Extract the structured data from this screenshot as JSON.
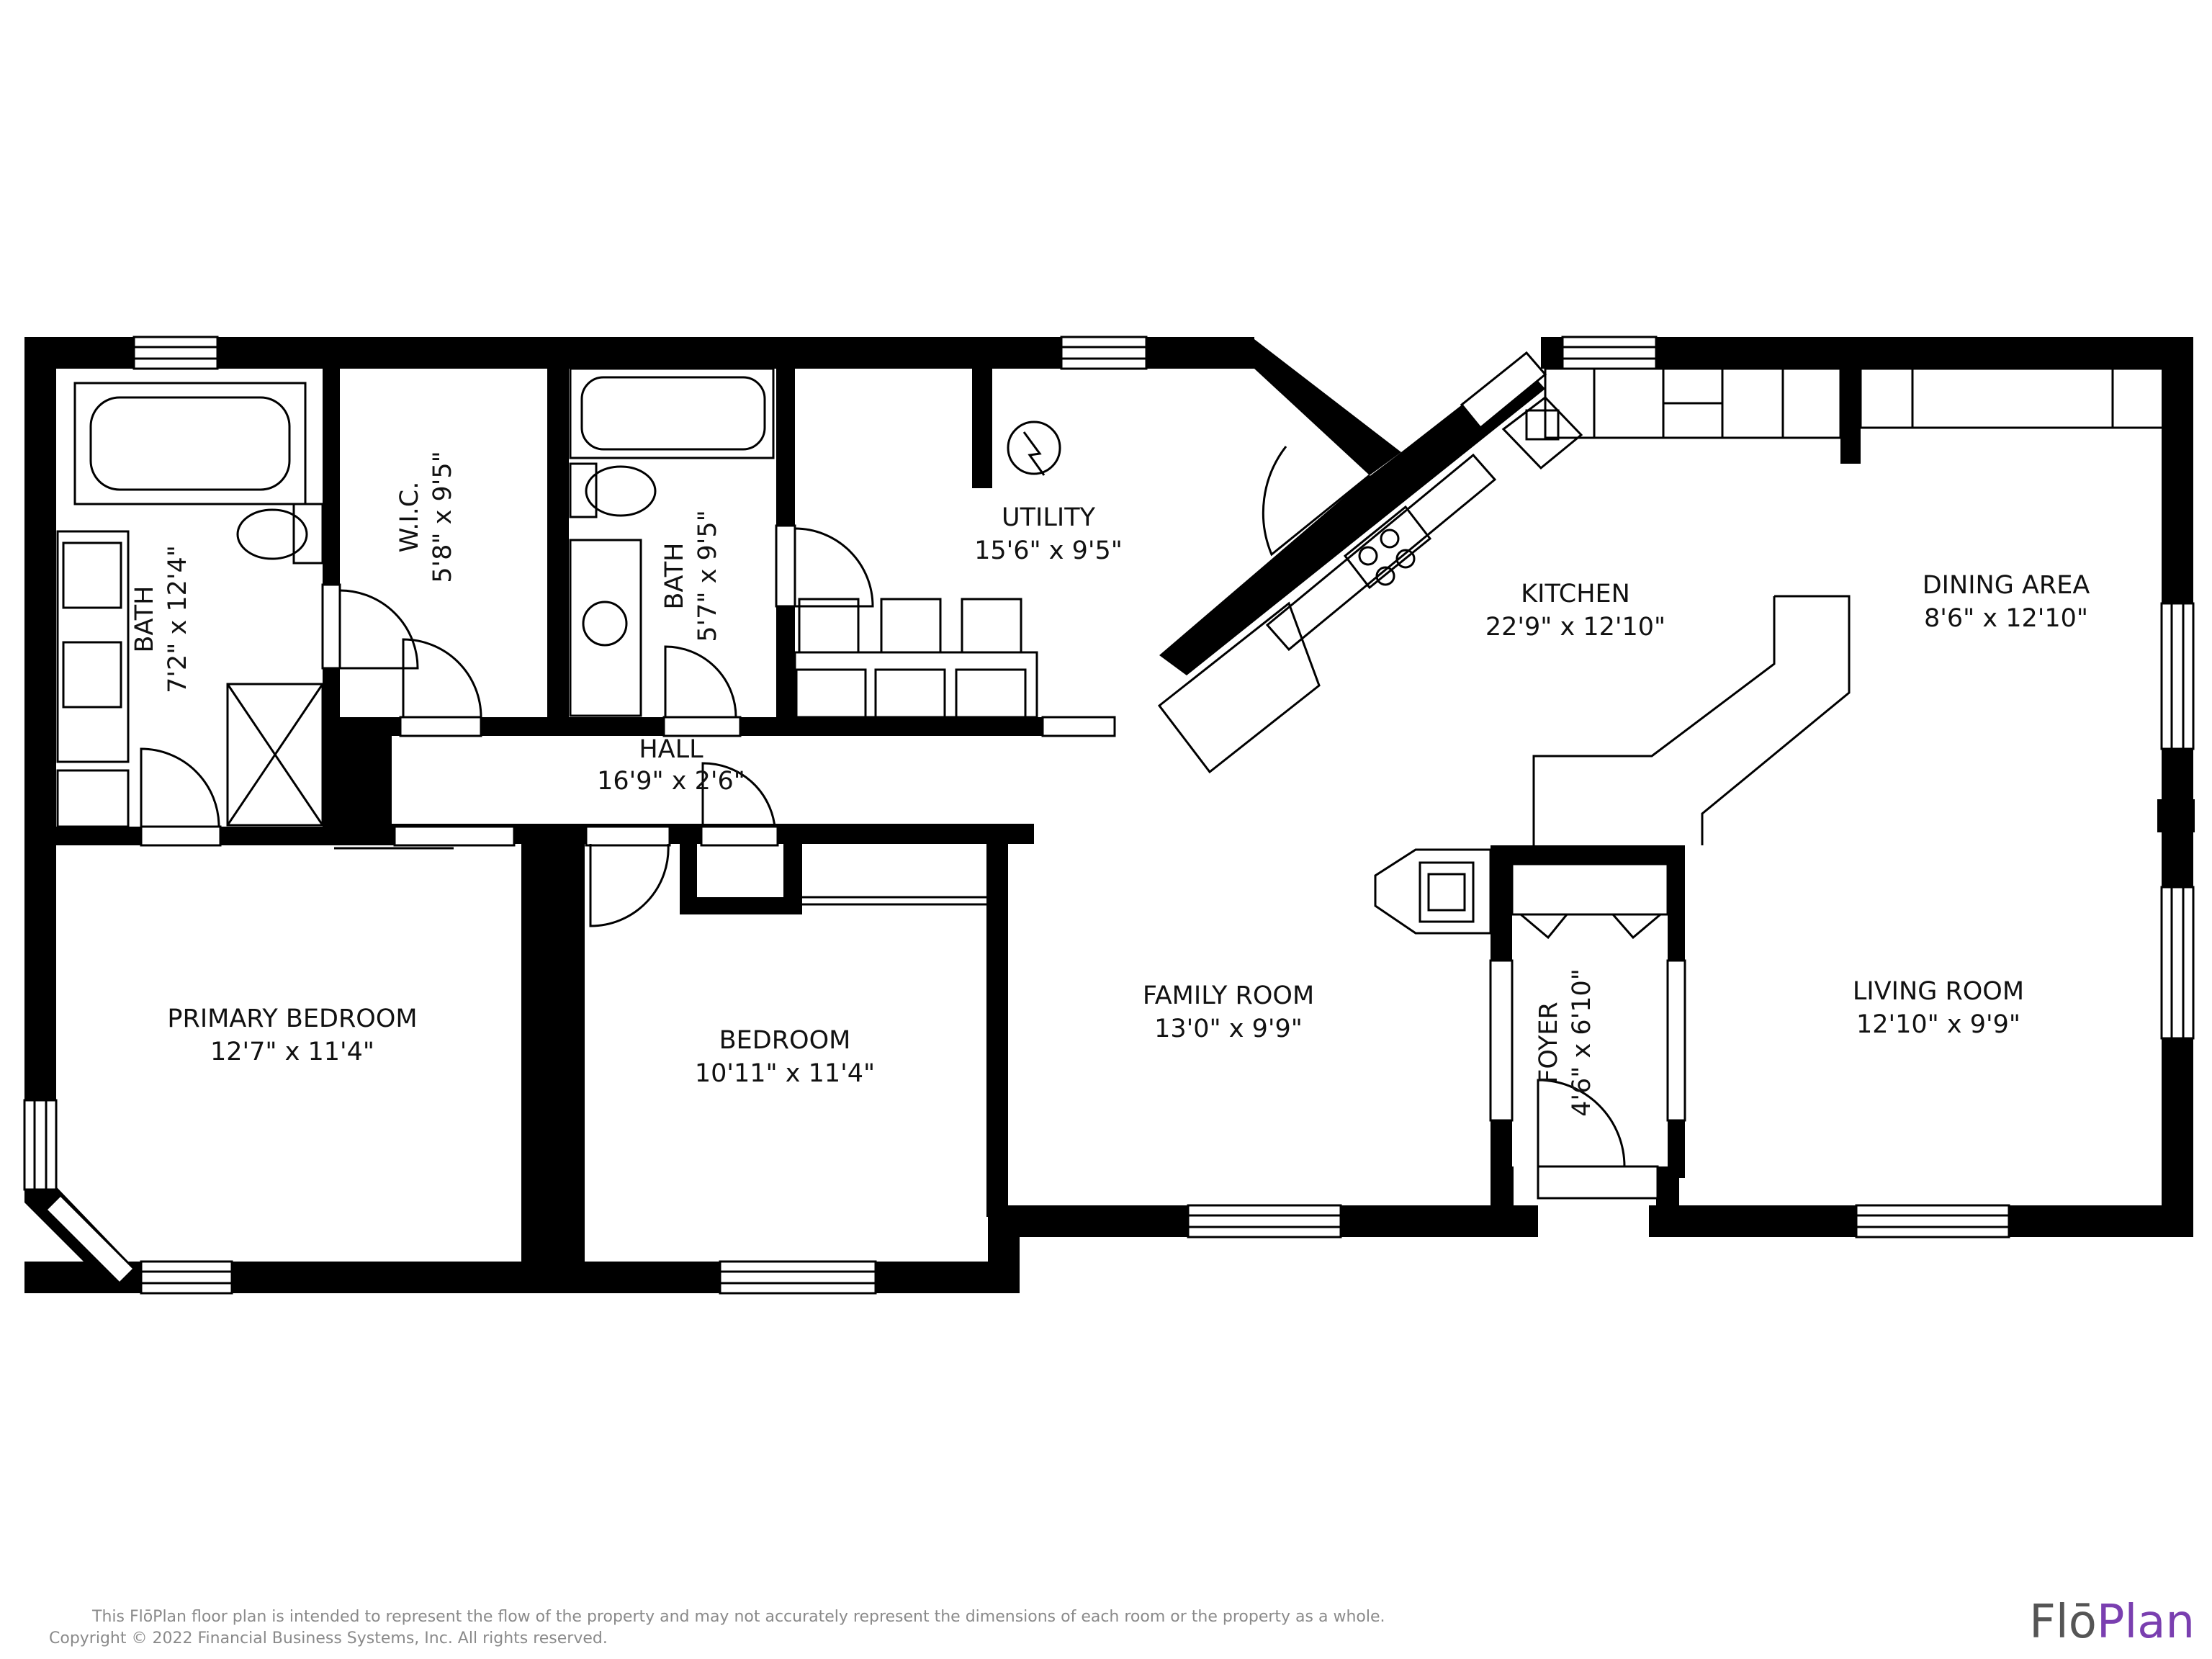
{
  "rooms": {
    "bath1": {
      "name": "BATH",
      "dims": "7'2\" x 12'4\""
    },
    "wic": {
      "name": "W.I.C.",
      "dims": "5'8\" x 9'5\""
    },
    "bath2": {
      "name": "BATH",
      "dims": "5'7\" x 9'5\""
    },
    "utility": {
      "name": "UTILITY",
      "dims": "15'6\" x 9'5\""
    },
    "kitchen": {
      "name": "KITCHEN",
      "dims": "22'9\" x 12'10\""
    },
    "dining": {
      "name": "DINING AREA",
      "dims": "8'6\" x 12'10\""
    },
    "hall": {
      "name": "HALL",
      "dims": "16'9\" x 2'6\""
    },
    "primary": {
      "name": "PRIMARY BEDROOM",
      "dims": "12'7\" x 11'4\""
    },
    "bedroom": {
      "name": "BEDROOM",
      "dims": "10'11\" x 11'4\""
    },
    "family": {
      "name": "FAMILY ROOM",
      "dims": "13'0\" x 9'9\""
    },
    "foyer": {
      "name": "FOYER",
      "dims": "4'6\" x 6'10\""
    },
    "living": {
      "name": "LIVING ROOM",
      "dims": "12'10\" x 9'9\""
    }
  },
  "footer": {
    "disclaimer": "This FlōPlan floor plan is intended to represent the flow of the property and may not accurately represent the dimensions of each room or the property as a whole.",
    "copyright": "Copyright © 2022 Financial Business Systems, Inc. All rights reserved.",
    "logo_flo": "Flō",
    "logo_plan": "Plan"
  },
  "colors": {
    "wall": "#000000",
    "fixture": "#222222",
    "brand_purple": "#7a3fb0"
  }
}
